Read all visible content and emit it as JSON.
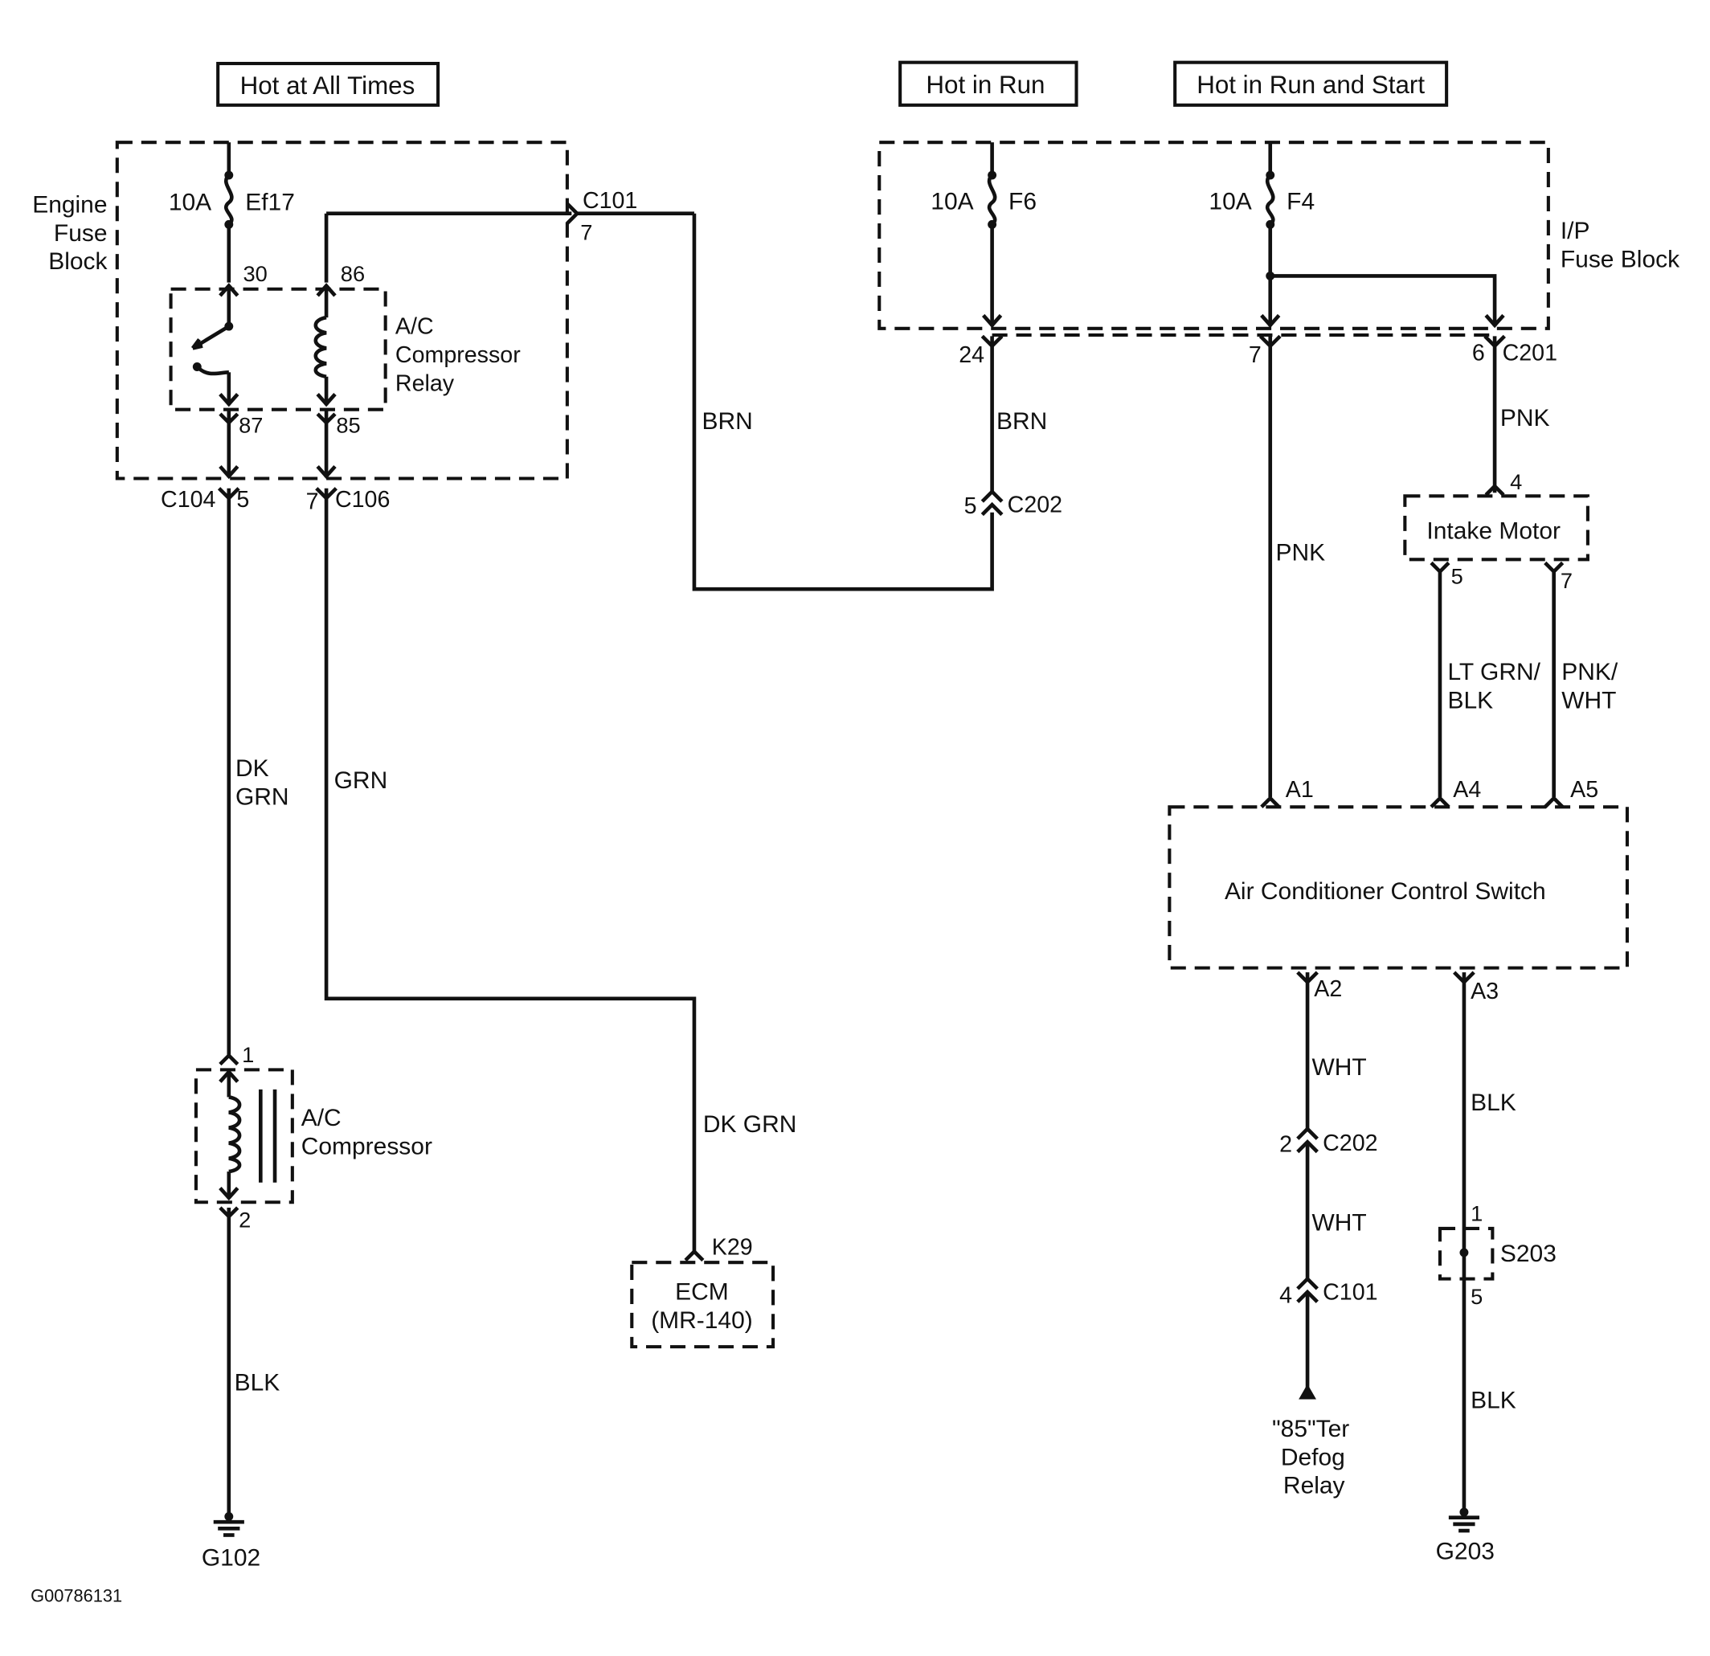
{
  "power_labels": {
    "hot_at_all_times": "Hot at All Times",
    "hot_in_run": "Hot in Run",
    "hot_in_run_and_start": "Hot in Run and Start"
  },
  "engine_fuse_block": {
    "label_lines": [
      "Engine",
      "Fuse",
      "Block"
    ],
    "fuse_rating": "10A",
    "fuse_name": "Ef17"
  },
  "relay": {
    "label_lines": [
      "A/C",
      "Compressor",
      "Relay"
    ],
    "pins": {
      "p30": "30",
      "p86": "86",
      "p87": "87",
      "p85": "85"
    }
  },
  "ip_fuse_block": {
    "label_lines": [
      "I/P",
      "Fuse Block"
    ],
    "fuse_f6_rating": "10A",
    "fuse_f6_name": "F6",
    "fuse_f4_rating": "10A",
    "fuse_f4_name": "F4"
  },
  "connectors": {
    "c101_top": {
      "name": "C101",
      "pin": "7"
    },
    "c104": {
      "name": "C104",
      "pin": "5"
    },
    "c106": {
      "name": "C106",
      "pin": "7"
    },
    "c201": {
      "name": "C201",
      "pin_24": "24",
      "pin_7": "7",
      "pin_6": "6"
    },
    "c202_left": {
      "name": "C202",
      "pin": "5"
    },
    "c202_right": {
      "name": "C202",
      "pin": "2"
    },
    "c101_bottom": {
      "name": "C101",
      "pin": "4"
    }
  },
  "wires": {
    "brn_relay": "BRN",
    "brn_f6": "BRN",
    "pnk_c201": "PNK",
    "pnk_a1": "PNK",
    "dk_grn_compressor_lines": [
      "DK",
      "GRN"
    ],
    "grn_relay": "GRN",
    "dk_grn_ecm": "DK GRN",
    "blk_g102": "BLK",
    "lt_grn_blk_lines": [
      "LT GRN/",
      "BLK"
    ],
    "pnk_wht_lines": [
      "PNK/",
      "WHT"
    ],
    "wht_upper": "WHT",
    "wht_lower": "WHT",
    "blk_a3": "BLK",
    "blk_s203": "BLK"
  },
  "intake_motor": {
    "label": "Intake Motor",
    "pin_4": "4",
    "pin_5": "5",
    "pin_7": "7"
  },
  "ac_control_switch": {
    "label": "Air Conditioner Control Switch",
    "pins": {
      "a1": "A1",
      "a4": "A4",
      "a5": "A5",
      "a2": "A2",
      "a3": "A3"
    }
  },
  "ac_compressor": {
    "label_lines": [
      "A/C",
      "Compressor"
    ],
    "pin_1": "1",
    "pin_2": "2"
  },
  "ecm": {
    "label_lines": [
      "ECM",
      "(MR-140)"
    ],
    "pin": "K29"
  },
  "defog_relay": {
    "label_lines": [
      "\"85\"Ter",
      "Defog",
      "Relay"
    ]
  },
  "splice": {
    "name": "S203",
    "pin_1": "1",
    "pin_5": "5"
  },
  "grounds": {
    "g102": "G102",
    "g203": "G203"
  },
  "figure_id": "G00786131"
}
